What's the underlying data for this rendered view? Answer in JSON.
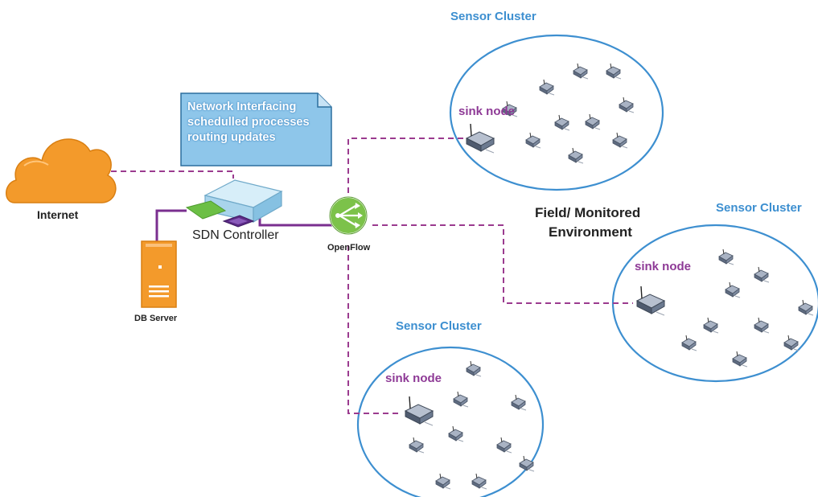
{
  "note": {
    "lines": [
      "Network Interfacing",
      "schedulled processes",
      "routing updates"
    ]
  },
  "labels": {
    "internet": "Internet",
    "sdn_controller": "SDN Controller",
    "db_server": "DB Server",
    "openflow": "OpenFlow",
    "field_line1": "Field/ Monitored",
    "field_line2": "Environment"
  },
  "clusters": [
    {
      "title": "Sensor Cluster",
      "sink_label": "sink node"
    },
    {
      "title": "Sensor Cluster",
      "sink_label": "sink node"
    },
    {
      "title": "Sensor Cluster",
      "sink_label": "sink node"
    }
  ],
  "colors": {
    "cloud": "#f39a2b",
    "server": "#f39a2b",
    "controller_top": "#cfe9f6",
    "controller_green": "#6cbf45",
    "controller_purple": "#5b2a86",
    "link_solid": "#7a2f8f",
    "link_dashed": "#9b3b8f",
    "cluster_border": "#3d8fd0",
    "note_fill": "#8ec6ea",
    "note_text": "#ffffff",
    "openflow_green": "#7cc24a"
  }
}
